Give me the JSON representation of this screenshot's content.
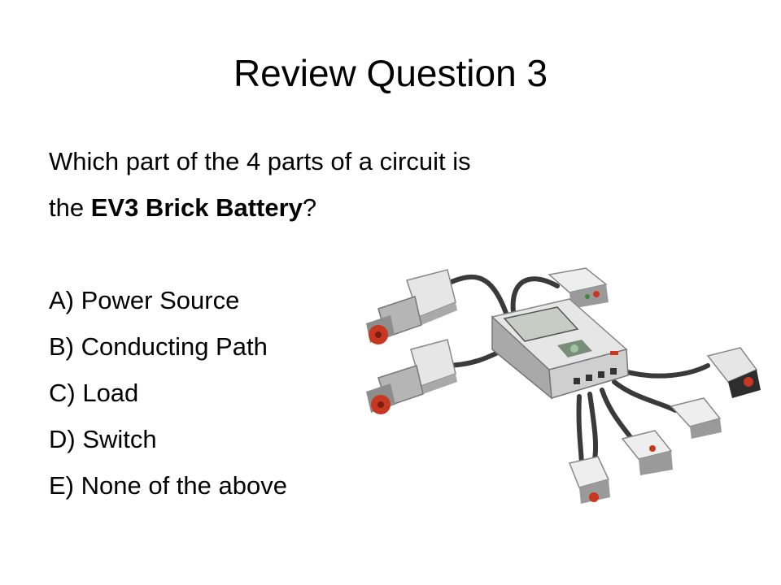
{
  "slide": {
    "title": "Review Question 3",
    "question": {
      "line1": "Which part of the 4 parts of a circuit is",
      "line2_prefix": "the ",
      "line2_bold": "EV3 Brick Battery",
      "line2_suffix": "?"
    },
    "options": [
      "A) Power Source",
      "B) Conducting Path",
      "C) Load",
      "D) Switch",
      "E) None of the above"
    ]
  },
  "illustration": {
    "icon": "ev3-brick-with-motors-and-sensors",
    "colors": {
      "cable": "#3a3a3a",
      "body_light": "#e6e6e6",
      "body_mid": "#a9a9a9",
      "body_dark": "#555555",
      "accent_red": "#c8371f",
      "screen": "#c9ccc5"
    }
  }
}
